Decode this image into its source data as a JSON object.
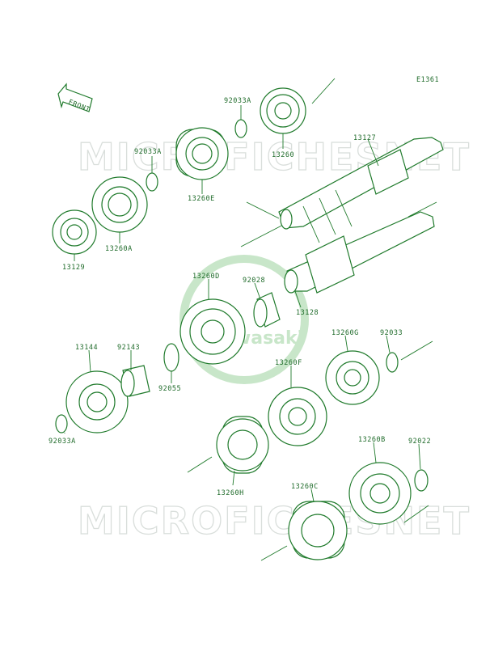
{
  "diagram_code": "E1361",
  "front_label": "FRONT",
  "watermark": {
    "text": "MICROFICHESNET",
    "color": "#d9dedb"
  },
  "logo_text": "Kawasaki",
  "colors": {
    "line": "#1f7a2b",
    "label": "#1f6b2a",
    "logo": "#c8e6c9"
  },
  "labels": {
    "p92033A_top": "92033A",
    "p13260_top": "13260",
    "p13127": "13127",
    "p92033A_left": "92033A",
    "p13260E": "13260E",
    "p13129": "13129",
    "p13260A": "13260A",
    "p13260D": "13260D",
    "p92028": "92028",
    "p13128": "13128",
    "p13144": "13144",
    "p92143": "92143",
    "p92055": "92055",
    "p92033A_bottom": "92033A",
    "p13260G": "13260G",
    "p92033": "92033",
    "p13260F": "13260F",
    "p13260B": "13260B",
    "p92022": "92022",
    "p13260H": "13260H",
    "p13260C": "13260C"
  }
}
